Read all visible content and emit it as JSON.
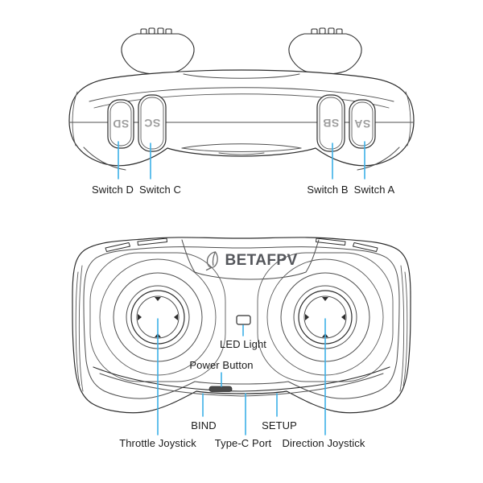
{
  "meta": {
    "background_color": "#ffffff",
    "accent_blue": "#3CB1E8",
    "outline_color": "#2d2d2d",
    "brand_gray": "#54565B",
    "switch_text_gray": "#9e9e9e"
  },
  "top_view": {
    "description": "top edge view of controller",
    "switches": [
      {
        "id": "sd",
        "text": "SD"
      },
      {
        "id": "sc",
        "text": "SC"
      },
      {
        "id": "sb",
        "text": "SB"
      },
      {
        "id": "sa",
        "text": "SA"
      }
    ],
    "labels": [
      {
        "id": "switch-d",
        "text": "Switch D"
      },
      {
        "id": "switch-c",
        "text": "Switch C"
      },
      {
        "id": "switch-b",
        "text": "Switch B"
      },
      {
        "id": "switch-a",
        "text": "Switch A"
      }
    ]
  },
  "front_view": {
    "description": "front face view of controller",
    "brand": "BETAFPV",
    "labels": [
      {
        "id": "led-light",
        "text": "LED Light"
      },
      {
        "id": "power-button",
        "text": "Power Button"
      },
      {
        "id": "bind",
        "text": "BIND"
      },
      {
        "id": "setup",
        "text": "SETUP"
      },
      {
        "id": "type-c-port",
        "text": "Type-C Port"
      },
      {
        "id": "throttle-joystick",
        "text": "Throttle Joystick"
      },
      {
        "id": "direction-joystick",
        "text": "Direction Joystick"
      }
    ]
  }
}
